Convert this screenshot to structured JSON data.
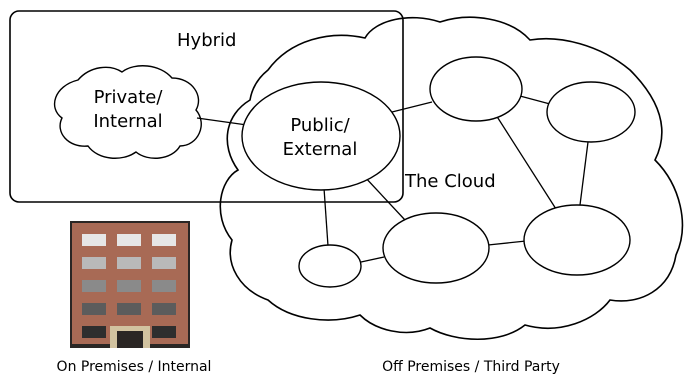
{
  "hybrid_label": "Hybrid",
  "private_label": [
    "Private/",
    "Internal"
  ],
  "public_label": [
    "Public/",
    "External"
  ],
  "cloud_label": "The Cloud",
  "on_premises_caption": "On Premises / Internal",
  "off_premises_caption": "Off Premises / Third Party",
  "colors": {
    "line": "#000000",
    "fill": "#ffffff",
    "building_brick": "#a86a55",
    "building_dark": "#2a2624",
    "door": "#d2c3a0"
  },
  "icons": [
    "cloud-shape",
    "private-cloud-shape",
    "building-icon"
  ]
}
